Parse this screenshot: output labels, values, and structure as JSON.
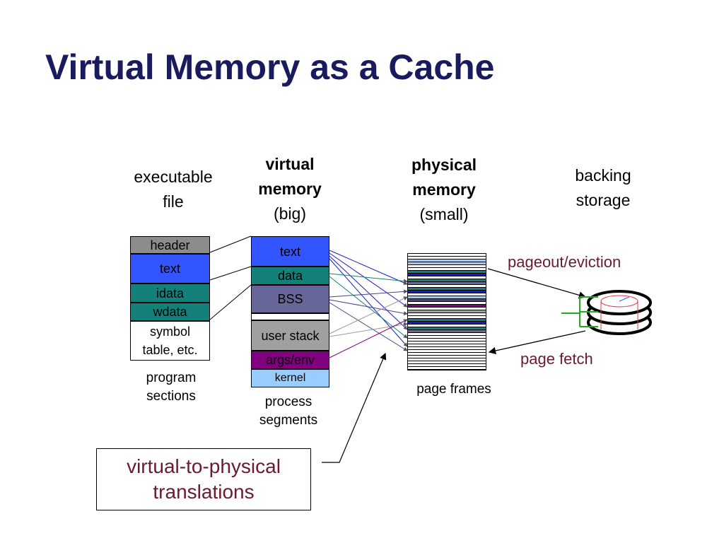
{
  "title": "Virtual Memory as a Cache",
  "columns": {
    "executable": [
      "executable",
      "file"
    ],
    "virtual": {
      "bold": [
        "virtual",
        "memory"
      ],
      "note": "(big)"
    },
    "physical": {
      "bold": [
        "physical",
        "memory"
      ],
      "note": "(small)"
    },
    "backing": [
      "backing",
      "storage"
    ]
  },
  "executable_file": {
    "sections": [
      "header",
      "text",
      "idata",
      "wdata",
      "symbol table, etc."
    ],
    "caption": [
      "program",
      "sections"
    ]
  },
  "virtual_memory": {
    "segments": [
      "text",
      "data",
      "BSS",
      "user stack",
      "args/env",
      "kernel"
    ],
    "caption": [
      "process",
      "segments"
    ]
  },
  "physical_memory": {
    "caption": "page frames"
  },
  "labels": {
    "pageout": "pageout/eviction",
    "fetch": "page fetch"
  },
  "translation_box": [
    "virtual-to-physical",
    "translations"
  ],
  "colors": {
    "title": "#1a1a5e",
    "header": "#8c8c8c",
    "text": "#3355ff",
    "teal": "#13807a",
    "bss": "#666699",
    "stack": "#a0a0a0",
    "args": "#800080",
    "kernel": "#99ccff",
    "maroon": "#6a1b2c",
    "green": "#22aa22",
    "disk_red": "#e03a4a"
  }
}
